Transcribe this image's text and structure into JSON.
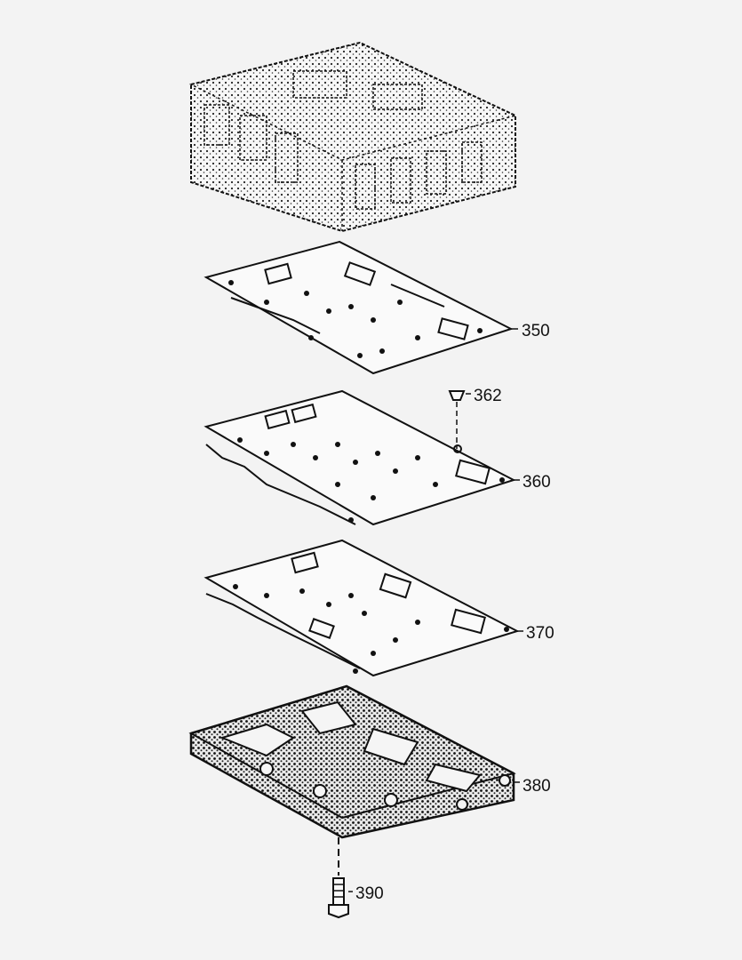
{
  "diagram": {
    "background": "#f3f3f3",
    "ink": "#111111",
    "parts": [
      {
        "id": "valve-body-upper",
        "label": ""
      },
      {
        "id": "plate-350",
        "label": "350"
      },
      {
        "id": "plug-362",
        "label": "362"
      },
      {
        "id": "plate-360",
        "label": "360"
      },
      {
        "id": "plate-370",
        "label": "370"
      },
      {
        "id": "valve-body-lower-380",
        "label": "380"
      },
      {
        "id": "bolt-390",
        "label": "390"
      }
    ]
  }
}
